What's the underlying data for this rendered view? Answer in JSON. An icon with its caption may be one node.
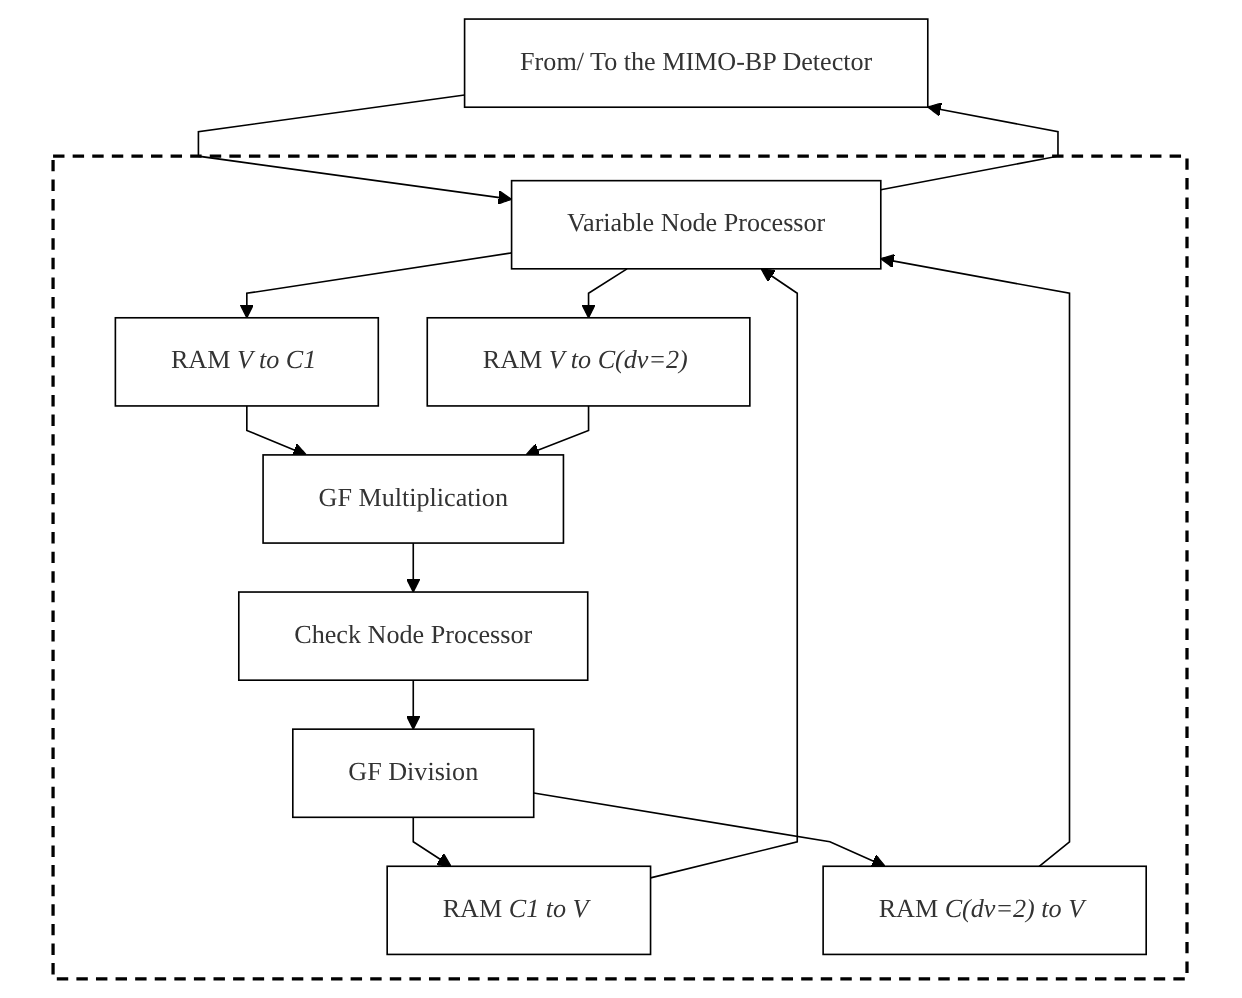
{
  "diagram": {
    "nodes": [
      {
        "text": [
          "From/ To the MIMO-BP Detector"
        ]
      },
      {
        "text": [],
        "shape": "box"
      },
      {
        "text": [
          "Variable Node Processor"
        ],
        "in": 1
      },
      {
        "text": [
          "RAM *V to C1*"
        ],
        "in": 1
      },
      {
        "text": [
          "RAM *V to C(dv=2)*"
        ],
        "in": 1
      },
      {
        "text": [
          "GF Multiplication"
        ],
        "in": 1
      },
      {
        "text": [
          "Check Node Processor"
        ],
        "in": 1
      },
      {
        "text": [
          "GF Division"
        ],
        "in": 1
      },
      {
        "text": [
          "RAM *C1 to V*"
        ],
        "in": 1
      },
      {
        "text": [
          "RAM *C(dv=2) to V*"
        ],
        "in": 1
      }
    ],
    "edges": [
      {
        "from": 0,
        "to": 2,
        "arrow": "to"
      },
      {
        "from": 2,
        "to": 0,
        "arrow": "to"
      },
      {
        "from": 2,
        "to": 3,
        "arrow": "to"
      },
      {
        "from": 2,
        "to": 4,
        "arrow": "to"
      },
      {
        "from": 3,
        "to": 5,
        "arrow": "to"
      },
      {
        "from": 4,
        "to": 5,
        "arrow": "to"
      },
      {
        "from": 5,
        "to": 6,
        "arrow": "to"
      },
      {
        "from": 6,
        "to": 7,
        "arrow": "to"
      },
      {
        "from": 7,
        "to": 8,
        "arrow": "to"
      },
      {
        "from": 7,
        "to": 9,
        "arrow": "to"
      },
      {
        "from": 8,
        "to": 2,
        "arrow": "to"
      },
      {
        "from": 9,
        "to": 2,
        "arrow": "to"
      }
    ]
  }
}
